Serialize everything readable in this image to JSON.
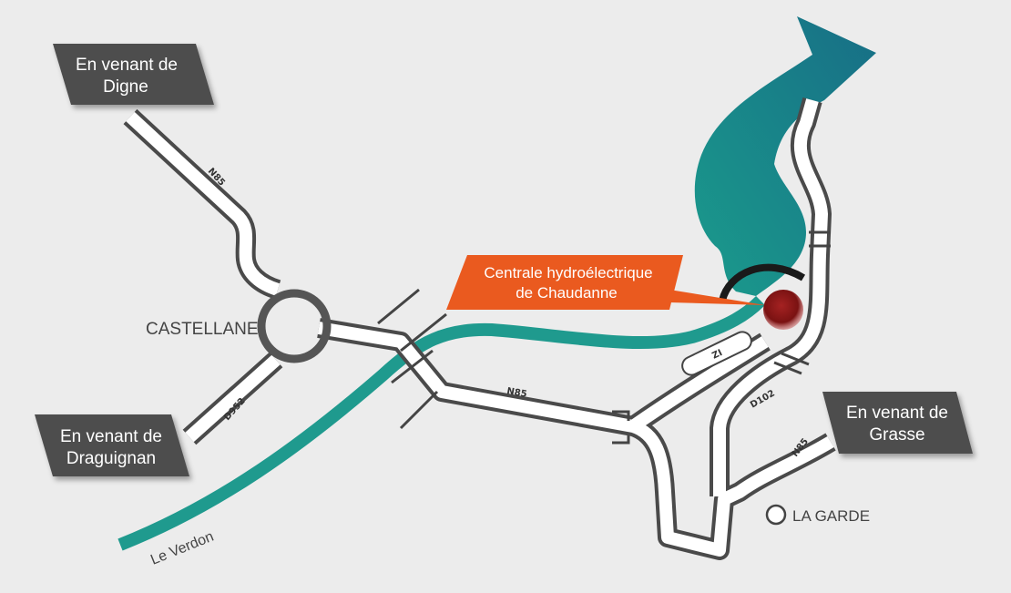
{
  "colors": {
    "background": "#ececec",
    "road_casing": "#4a4a4a",
    "road_fill": "#ffffff",
    "river": "#1f9a8e",
    "lake_light": "#1a9b8c",
    "lake_dark": "#176e86",
    "sign_bg": "#4d4d4d",
    "callout_bg": "#ea5a1f",
    "plant_marker": "#8e1a1a"
  },
  "signs": {
    "digne": [
      "En venant de",
      "Digne"
    ],
    "draguignan": [
      "En venant de",
      "Draguignan"
    ],
    "grasse": [
      "En venant de",
      "Grasse"
    ]
  },
  "places": {
    "castellane": "CASTELLANE",
    "la_garde": "LA GARDE"
  },
  "roads": {
    "n85_north": "N85",
    "n85_middle": "N85",
    "n85_east": "N85",
    "d952": "D952",
    "d102": "D102",
    "zi": "ZI"
  },
  "river_name": "Le Verdon",
  "callout": [
    "Centrale hydroélectrique",
    "de Chaudanne"
  ],
  "icons": {
    "plant": "power-plant-marker-icon",
    "dam": "dam-arc-icon",
    "bridge": "bridge-icon",
    "village": "village-circle-icon",
    "roundabout": "roundabout-icon"
  }
}
